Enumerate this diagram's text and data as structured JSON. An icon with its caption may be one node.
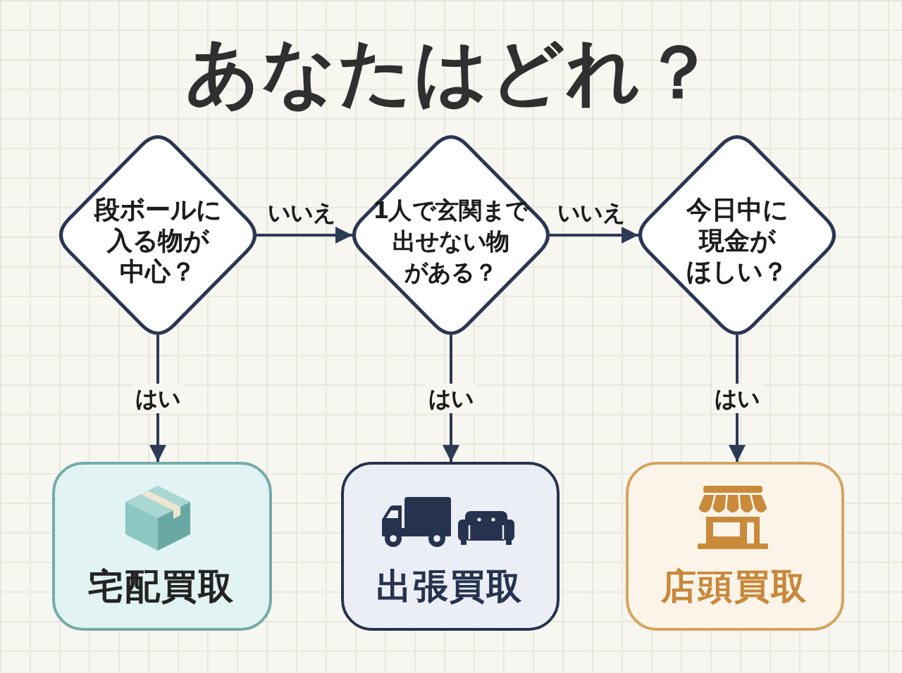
{
  "diagram": {
    "title": "あなたはどれ？",
    "nodes": [
      {
        "text": [
          "段ボールに入る物が中心？"
        ]
      },
      {
        "text": [
          "1人で玄関まで出せない物がある？"
        ]
      },
      {
        "text": [
          "今日中に現金がほしい？"
        ]
      },
      {
        "text": [
          "宅配買取"
        ]
      },
      {
        "text": [
          "出張買取"
        ]
      },
      {
        "text": [
          "店頭買取"
        ]
      }
    ],
    "edges": [
      {
        "from": 0,
        "to": 1,
        "arrow": "to",
        "label": "いいえ"
      },
      {
        "from": 1,
        "to": 2,
        "arrow": "to",
        "label": "いいえ"
      },
      {
        "from": 0,
        "to": 3,
        "arrow": "to",
        "label": "はい"
      },
      {
        "from": 1,
        "to": 4,
        "arrow": "to",
        "label": "はい"
      },
      {
        "from": 2,
        "to": 5,
        "arrow": "to",
        "label": "はい"
      }
    ]
  }
}
